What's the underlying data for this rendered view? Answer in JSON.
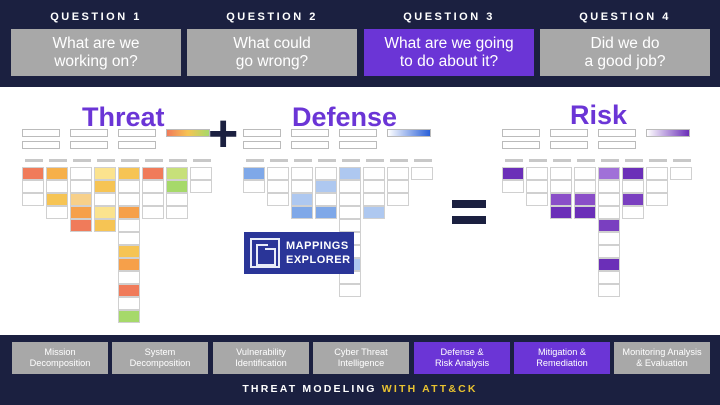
{
  "questions": [
    {
      "number": "QUESTION 1",
      "text": "What are we\nworking on?"
    },
    {
      "number": "QUESTION 2",
      "text": "What could\ngo wrong?"
    },
    {
      "number": "QUESTION 3",
      "text": "What are we going\nto do about it?"
    },
    {
      "number": "QUESTION 4",
      "text": "Did we do\na good job?"
    }
  ],
  "panels": {
    "threat_title": "Threat",
    "defense_title": "Defense",
    "risk_title": "Risk",
    "logo_line1": "MAPPINGS",
    "logo_line2": "EXPLORER"
  },
  "steps": [
    "Mission\nDecomposition",
    "System\nDecomposition",
    "Vulnerability\nIdentification",
    "Cyber Threat\nIntelligence",
    "Defense &\nRisk Analysis",
    "Mitigation &\nRemediation",
    "Monitoring Analysis\n& Evaluation"
  ],
  "footer": {
    "prefix": "THREAT MODELING ",
    "accent": "WITH ATT&CK"
  },
  "colors": {
    "accent_purple": "#6b35d6",
    "navy": "#1b2040",
    "inactive_gray": "#a8a8a8",
    "footer_yellow": "#e8c230"
  }
}
